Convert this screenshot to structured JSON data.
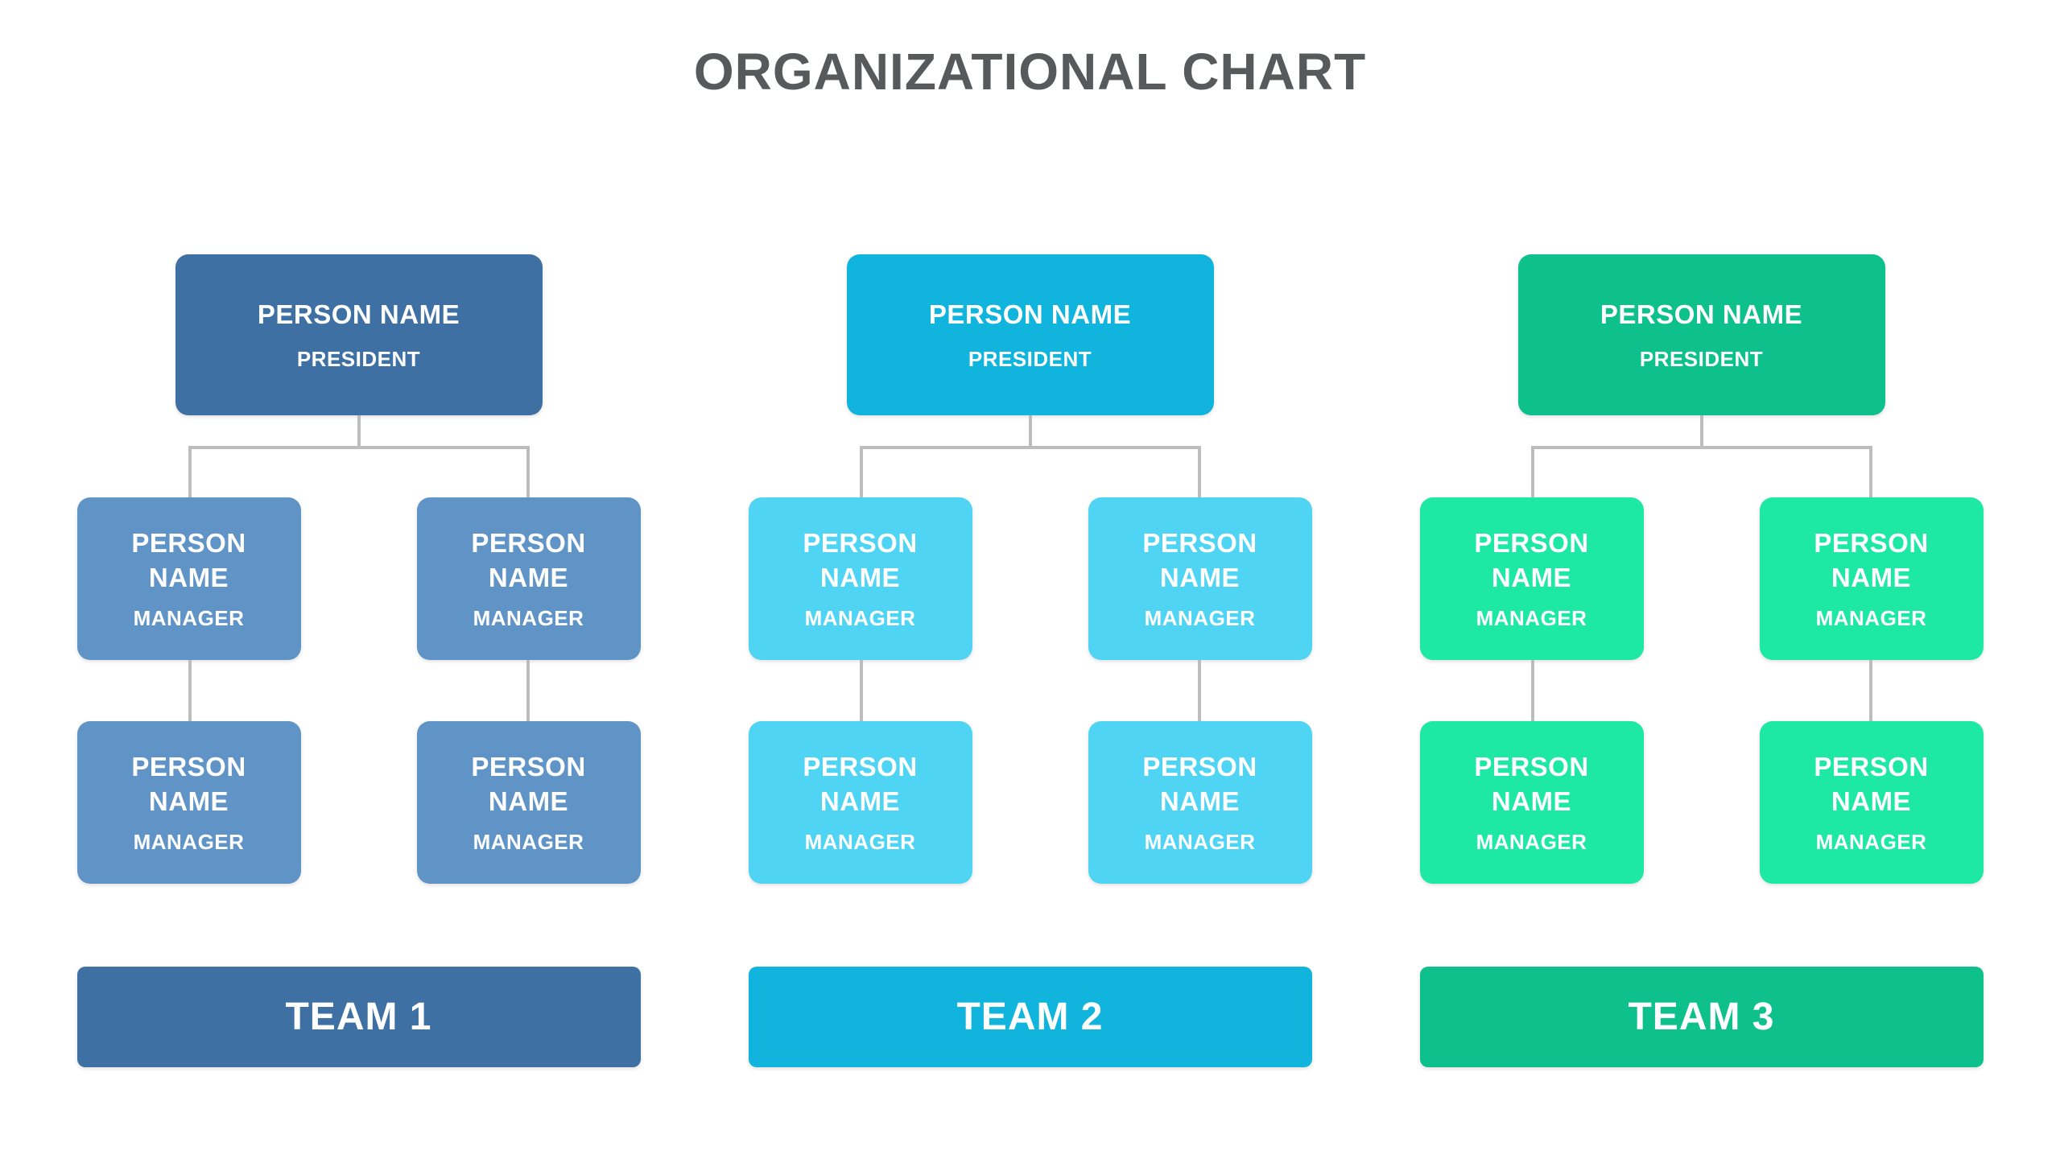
{
  "title": "ORGANIZATIONAL CHART",
  "colors": {
    "title_text": "#58595b",
    "connector_line": "#bdbdbd",
    "node_text": "#ffffff"
  },
  "teams": [
    {
      "name": "TEAM 1",
      "colors": {
        "primary": "#3e70a4",
        "light": "#6094c6"
      },
      "president": {
        "name": "PERSON NAME",
        "role": "PRESIDENT"
      },
      "managers": [
        {
          "name": "PERSON NAME",
          "role": "MANAGER"
        },
        {
          "name": "PERSON NAME",
          "role": "MANAGER"
        },
        {
          "name": "PERSON NAME",
          "role": "MANAGER"
        },
        {
          "name": "PERSON NAME",
          "role": "MANAGER"
        }
      ]
    },
    {
      "name": "TEAM 2",
      "colors": {
        "primary": "#10b4dd",
        "light": "#50d4f4"
      },
      "president": {
        "name": "PERSON NAME",
        "role": "PRESIDENT"
      },
      "managers": [
        {
          "name": "PERSON NAME",
          "role": "MANAGER"
        },
        {
          "name": "PERSON NAME",
          "role": "MANAGER"
        },
        {
          "name": "PERSON NAME",
          "role": "MANAGER"
        },
        {
          "name": "PERSON NAME",
          "role": "MANAGER"
        }
      ]
    },
    {
      "name": "TEAM 3",
      "colors": {
        "primary": "#0ec08c",
        "light": "#1de8a4"
      },
      "president": {
        "name": "PERSON NAME",
        "role": "PRESIDENT"
      },
      "managers": [
        {
          "name": "PERSON NAME",
          "role": "MANAGER"
        },
        {
          "name": "PERSON NAME",
          "role": "MANAGER"
        },
        {
          "name": "PERSON NAME",
          "role": "MANAGER"
        },
        {
          "name": "PERSON NAME",
          "role": "MANAGER"
        }
      ]
    }
  ]
}
